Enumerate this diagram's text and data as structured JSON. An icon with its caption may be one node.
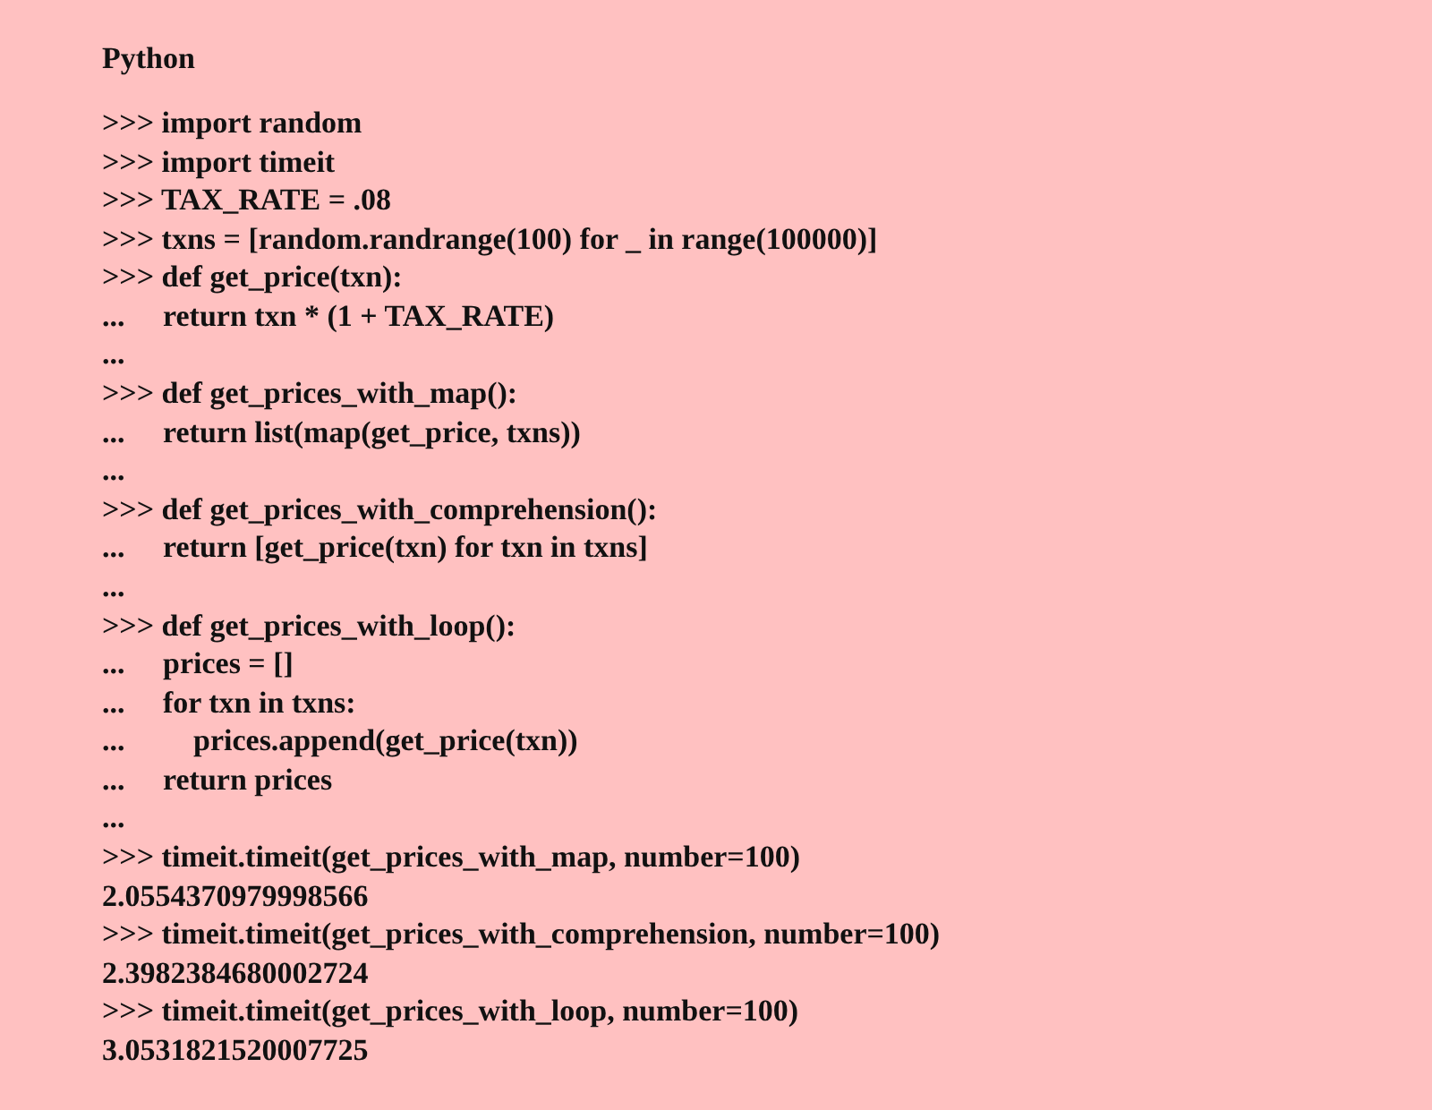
{
  "diagram": {
    "title": "Python",
    "labels": [
      ">>> import random",
      ">>> import timeit",
      ">>> TAX_RATE = .08",
      ">>> txns = [random.randrange(100) for _ in range(100000)]",
      ">>> def get_price(txn):",
      "...     return txn * (1 + TAX_RATE)",
      "...",
      ">>> def get_prices_with_map():",
      "...     return list(map(get_price, txns))",
      "...",
      ">>> def get_prices_with_comprehension():",
      "...     return [get_price(txn) for txn in txns]",
      "...",
      ">>> def get_prices_with_loop():",
      "...     prices = []",
      "...     for txn in txns:",
      "...         prices.append(get_price(txn))",
      "...     return prices",
      "...",
      ">>> timeit.timeit(get_prices_with_map, number=100)",
      "2.0554370979998566",
      ">>> timeit.timeit(get_prices_with_comprehension, number=100)",
      "2.3982384680002724",
      ">>> timeit.timeit(get_prices_with_loop, number=100)",
      "3.0531821520007725"
    ]
  }
}
